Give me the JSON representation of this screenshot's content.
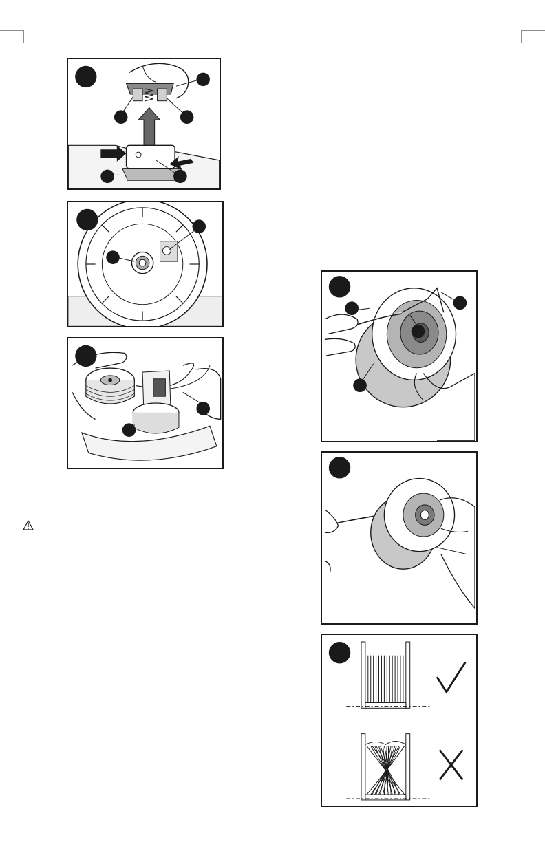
{
  "page": {
    "corner_marks": [
      "crop-mark-left",
      "crop-mark-right"
    ]
  },
  "figures": [
    {
      "id": "fig-1",
      "icon": "trimmer-head-cap-removal-illustration"
    },
    {
      "id": "fig-2",
      "icon": "spool-housing-top-view-illustration"
    },
    {
      "id": "fig-3",
      "icon": "spool-removal-illustration"
    },
    {
      "id": "fig-4",
      "icon": "line-threading-spool-illustration"
    },
    {
      "id": "fig-5",
      "icon": "line-winding-spool-illustration"
    },
    {
      "id": "fig-6",
      "icon": "correct-incorrect-winding-diagram"
    }
  ],
  "warning_icon": "warning-triangle-icon",
  "colors": {
    "ink": "#1a1a1a",
    "spool_gray": "#c8c8c8",
    "hub_gray": "#8a8a8a"
  }
}
